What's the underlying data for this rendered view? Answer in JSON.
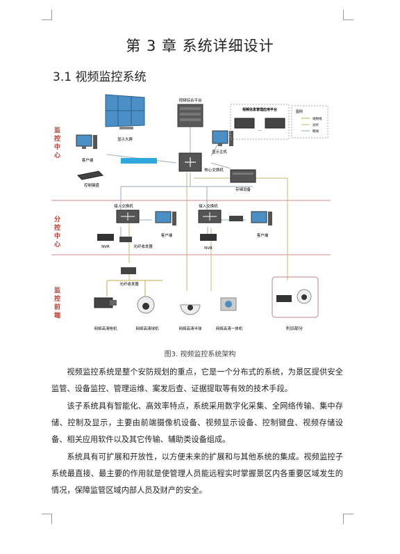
{
  "chapter_title": "第 3 章  系统详细设计",
  "section_title": "3.1  视频监控系统",
  "diagram": {
    "zones": [
      "监控中心",
      "分控中心",
      "监控前端"
    ],
    "labels": {
      "video_platform": "视频综合平台",
      "big_screen": "显示大屏",
      "app_platform": "视频信息管理应用平台",
      "display_host": "显示主机",
      "client": "客户端",
      "control_keyboard": "控制键盘",
      "core_switch": "核心交换机",
      "storage": "存储设备",
      "access_switch": "接入交换机",
      "nvr": "NVR",
      "fiber_transceiver": "光纤收发器",
      "cam_gun": "网络高清枪机",
      "cam_ball": "网络高清球机",
      "cam_half_ball": "网络高清半球",
      "cam_integrated": "网络高清一体机",
      "reuse": "利旧部分"
    },
    "legend": {
      "title": "图例",
      "items": [
        "视频线",
        "光纤",
        "网线"
      ]
    },
    "colors": {
      "zone_label": "#c0392b",
      "divider": "#d9a0a0",
      "fiber": "#c9b46a",
      "video": "#c4a84e",
      "network": "#9aaab8",
      "screen_blue": "#4a90c6",
      "bar_blue": "#2ea6de"
    }
  },
  "figure_caption": "图3. 视频监控系统架构",
  "paragraphs": [
    "视频监控系统是整个安防规划的重点，它是一个分布式的系统，为景区提供安全监管、设备监控、管理运维、案发后查、证据提取等有效的技术手段。",
    "该子系统具有智能化、高效率特点，系统采用数字化采集、全网络传输、集中存储、控制及显示，主要由前端摄像机设备、视频显示设备、控制键盘、视频存储设备、相关应用软件以及其它传输、辅助类设备组成。",
    "系统具有可扩展和开放性，以方便未来的扩展和与其他系统的集成。视频监控子系统最直接、最主要的作用就是使管理人员能远程实时掌握景区内各重要区域发生的情况，保障监管区域内部人员及财产的安全。"
  ]
}
